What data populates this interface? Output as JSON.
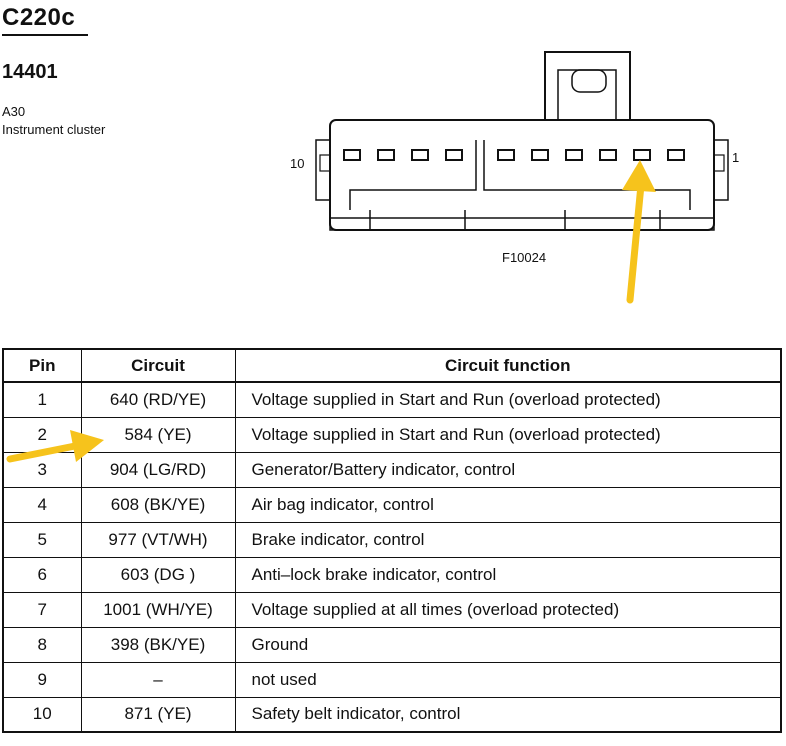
{
  "header": {
    "connector_id": "C220c",
    "part_number": "14401",
    "location_code": "A30",
    "component_name": "Instrument cluster"
  },
  "diagram": {
    "pin_left_label": "10",
    "pin_right_label": "1",
    "figure_code": "F10024"
  },
  "table": {
    "headers": {
      "pin": "Pin",
      "circuit": "Circuit",
      "function": "Circuit function"
    },
    "rows": [
      {
        "pin": "1",
        "circuit": "640 (RD/YE)",
        "function": "Voltage supplied in Start and Run (overload protected)"
      },
      {
        "pin": "2",
        "circuit": "584 (YE)",
        "function": "Voltage supplied in Start and Run (overload protected)"
      },
      {
        "pin": "3",
        "circuit": "904 (LG/RD)",
        "function": "Generator/Battery indicator, control"
      },
      {
        "pin": "4",
        "circuit": "608 (BK/YE)",
        "function": "Air bag indicator, control"
      },
      {
        "pin": "5",
        "circuit": "977 (VT/WH)",
        "function": "Brake indicator, control"
      },
      {
        "pin": "6",
        "circuit": "603 (DG )",
        "function": "Anti–lock brake indicator, control"
      },
      {
        "pin": "7",
        "circuit": "1001 (WH/YE)",
        "function": "Voltage supplied at all times (overload protected)"
      },
      {
        "pin": "8",
        "circuit": "398 (BK/YE)",
        "function": "Ground"
      },
      {
        "pin": "9",
        "circuit": "–",
        "function": "not used"
      },
      {
        "pin": "10",
        "circuit": "871 (YE)",
        "function": "Safety belt indicator, control"
      }
    ]
  },
  "annotations": {
    "arrow_color": "#f6c31c"
  }
}
